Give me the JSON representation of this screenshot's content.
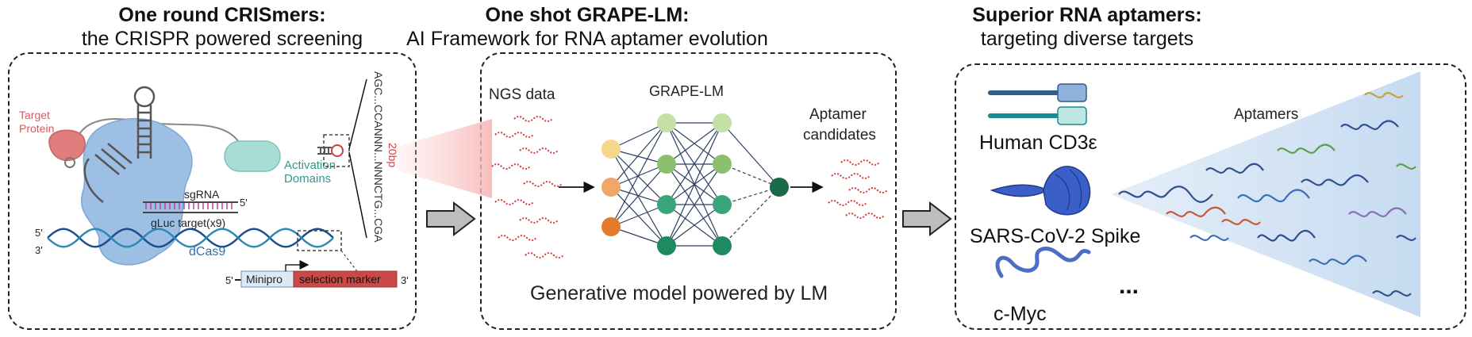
{
  "panels": [
    {
      "title": "One round CRISmers:",
      "subtitle": "the CRISPR powered screening"
    },
    {
      "title": "One shot GRAPE-LM:",
      "subtitle": "AI Framework for RNA  aptamer evolution"
    },
    {
      "title": "Superior RNA aptamers:",
      "subtitle": "targeting diverse targets"
    }
  ],
  "panel1": {
    "target_protein": [
      "Target",
      "Protein"
    ],
    "activation_domains": [
      "Activation",
      "Domains"
    ],
    "sgrna": "sgRNA",
    "five_prime": "5'",
    "three_prime": "3'",
    "gluc_target": "gLuc target(x9)",
    "dcas9": "dCas9",
    "minipro": "Minipro",
    "selection_marker": "selection marker",
    "sequence": "AGC...CCANNN...NNNCTG...CGA",
    "bp_label": "20bp"
  },
  "panel2": {
    "ngs_data": "NGS data",
    "model_name": "GRAPE-LM",
    "aptamer_candidates": [
      "Aptamer",
      "candidates"
    ],
    "caption": "Generative model powered by LM"
  },
  "panel3": {
    "targets": [
      "Human CD3ε",
      "SARS-CoV-2 Spike",
      "c-Myc"
    ],
    "ellipsis": "...",
    "aptamers": "Aptamers"
  },
  "colors": {
    "protein_blue": "#9dbfe3",
    "target_red": "#e07d7d",
    "activation_teal": "#a8ddd6",
    "rna_red": "#d33c3c",
    "node_yellow": "#f5d78a",
    "node_orange": "#f0a868",
    "node_dark_orange": "#e47b2a",
    "node_light_green": "#c4e0a6",
    "node_green": "#8cc06f",
    "node_teal": "#2fa07c",
    "node_dark": "#1a6a4a",
    "arrow_gray": "#bdbdbd",
    "cd3_blue": "#2f5d8f",
    "cd3_teal": "#1a8a93",
    "spike_blue": "#3a5fc8",
    "myc_blue": "#4a6fc4"
  }
}
